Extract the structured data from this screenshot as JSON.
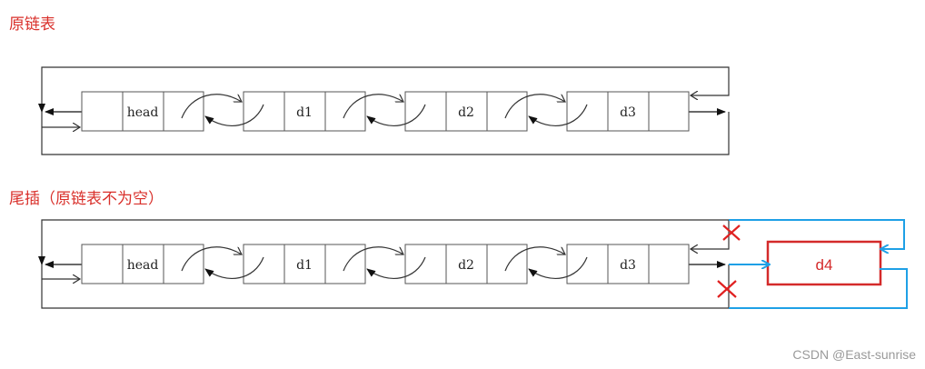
{
  "sections": {
    "original": {
      "title": "原链表"
    },
    "tail_insert": {
      "title": "尾插（原链表不为空）"
    }
  },
  "nodes": [
    "head",
    "d1",
    "d2",
    "d3"
  ],
  "new_node": "d4",
  "watermark": "CSDN @East-sunrise",
  "colors": {
    "heading": "#d9302b",
    "new_node_border": "#d42a2a",
    "new_node_text": "#d42a2a",
    "new_links": "#1ea0e6",
    "cross": "#e02020",
    "line": "#333333"
  }
}
